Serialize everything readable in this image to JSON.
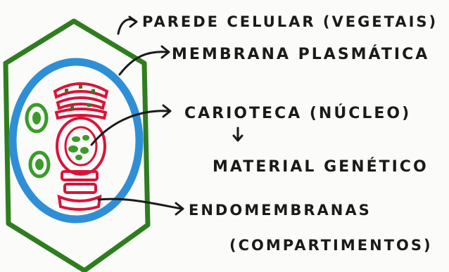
{
  "labels": {
    "cell_wall": "PAREDE   CELULAR (VEGETAIS)",
    "plasma_membrane": "MEMBRANA   PLASMÁTICA",
    "nuclear_envelope": "CARIOTECA (NÚCLEO)",
    "genetic_material": "MATERIAL   GENÉTICO",
    "endomembranes": "ENDOMEMBRANAS",
    "compartments": "(COMPARTIMENTOS)"
  },
  "colors": {
    "cell_wall": "#2e7d1f",
    "plasma_membrane": "#2f8fd6",
    "organelles": "#d8143a",
    "chloroplast": "#3a9b2a",
    "ink": "#1a1a1a"
  }
}
